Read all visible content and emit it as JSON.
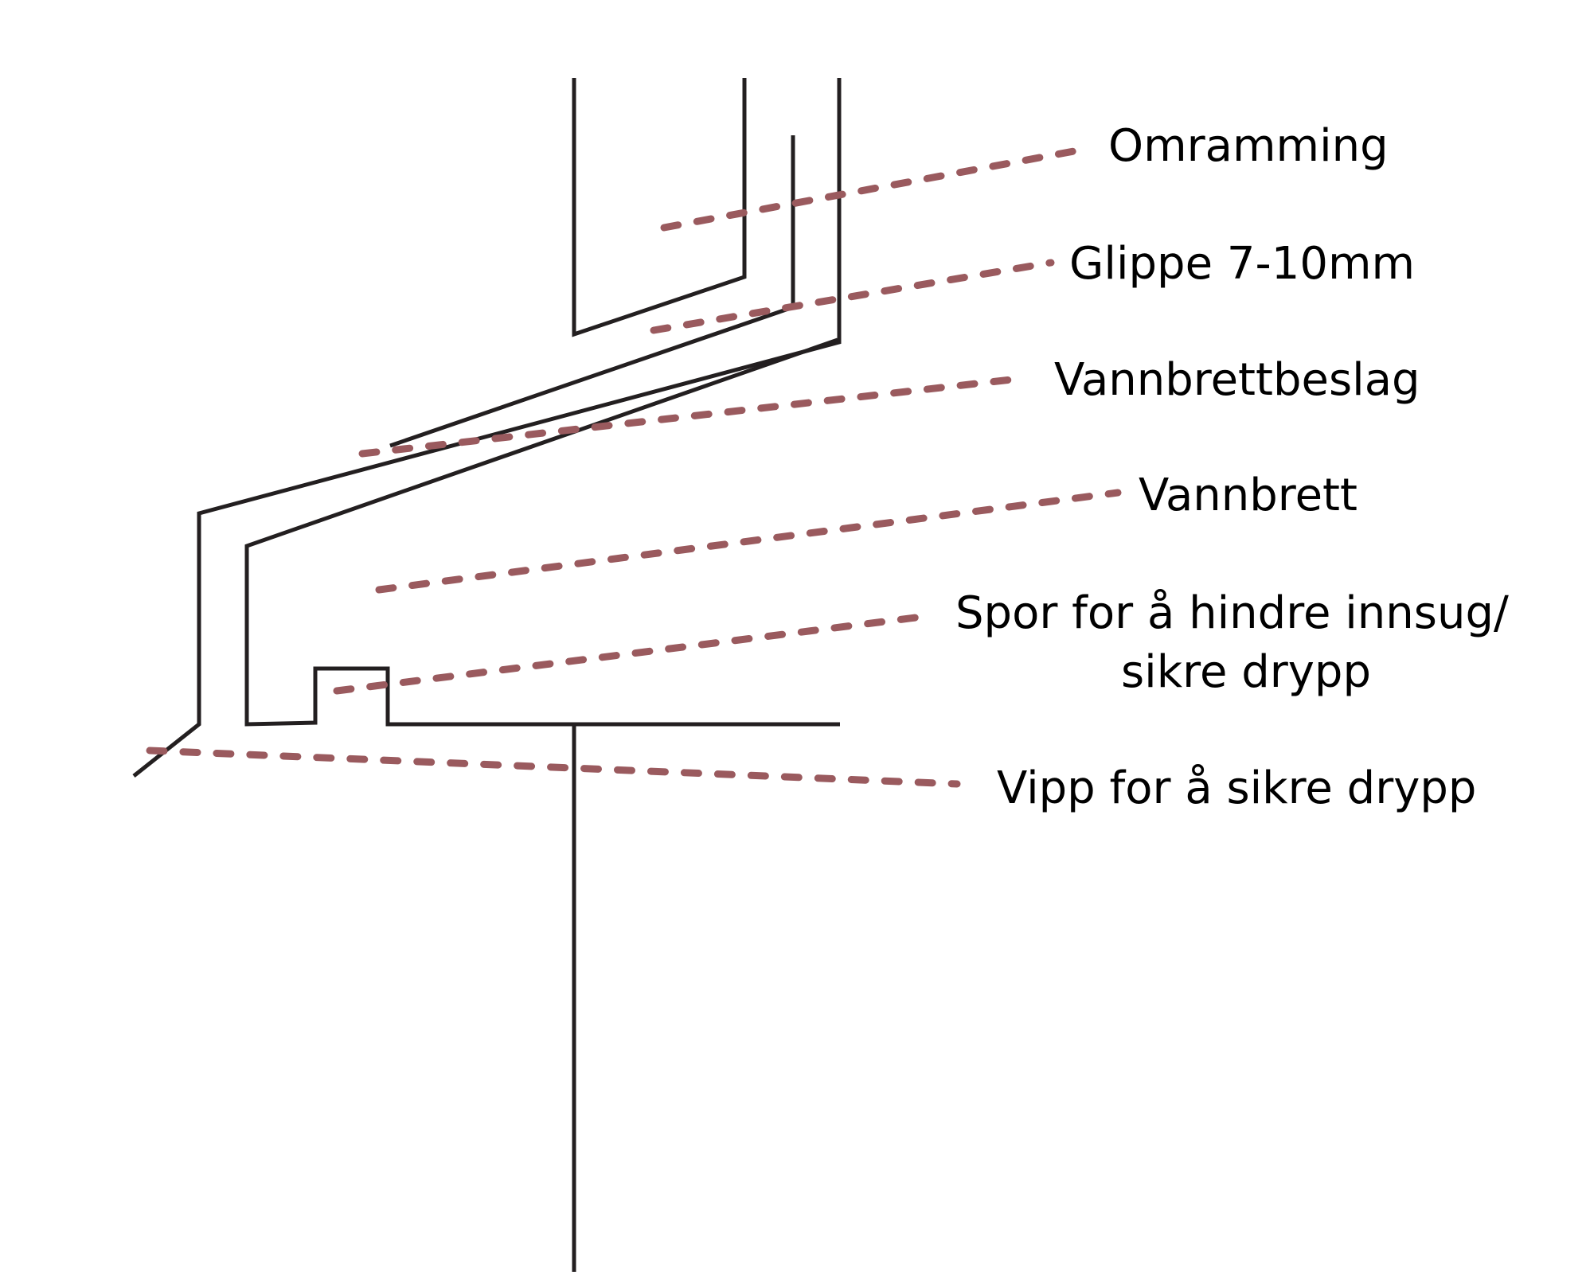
{
  "colors": {
    "outline": "#231f20",
    "leader": "#9a5a5e",
    "text": "#000000",
    "background": "#ffffff"
  },
  "labels": {
    "omramming": "Omramming",
    "glippe": "Glippe 7-10mm",
    "vannbrettbeslag": "Vannbrettbeslag",
    "vannbrett": "Vannbrett",
    "spor_line1": "Spor for å hindre innsug/",
    "spor_line2": "sikre drypp",
    "vipp": "Vipp for å sikre drypp"
  }
}
